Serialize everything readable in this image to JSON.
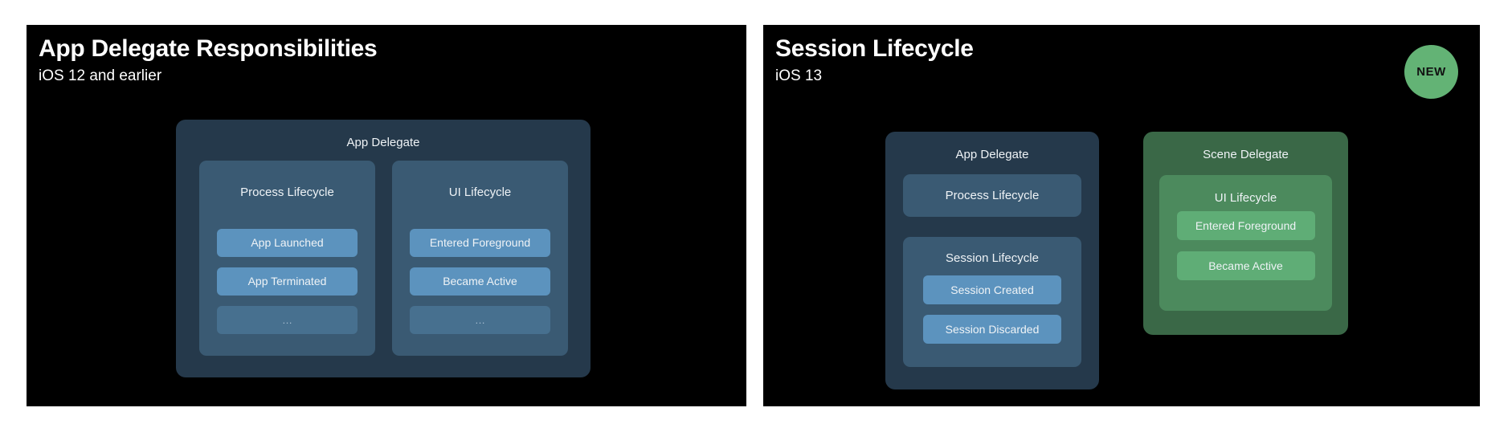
{
  "left_slide": {
    "title": "App Delegate Responsibilities",
    "subtitle": "iOS 12 and earlier",
    "diagram": {
      "outer_label": "App Delegate",
      "columns": [
        {
          "label": "Process Lifecycle",
          "buttons": [
            "App Launched",
            "App Terminated",
            "…"
          ]
        },
        {
          "label": "UI Lifecycle",
          "buttons": [
            "Entered Foreground",
            "Became Active",
            "…"
          ]
        }
      ]
    }
  },
  "right_slide": {
    "title": "Session Lifecycle",
    "subtitle": "iOS 13",
    "badge_label": "NEW",
    "app_delegate": {
      "label": "App Delegate",
      "process_box_label": "Process Lifecycle",
      "session_box": {
        "label": "Session Lifecycle",
        "buttons": [
          "Session Created",
          "Session Discarded"
        ]
      }
    },
    "scene_delegate": {
      "label": "Scene Delegate",
      "ui_box": {
        "label": "UI Lifecycle",
        "buttons": [
          "Entered Foreground",
          "Became Active"
        ]
      }
    }
  },
  "colors": {
    "page_bg": "#ffffff",
    "slide_bg": "#000000",
    "title_text": "#ffffff",
    "label_text": "#EFF3F6",
    "box_blue_outer": "#25394B",
    "box_blue_inner": "#3A5A73",
    "node_blue": "#5C93BE",
    "node_blue_dim": "#47708F",
    "node_dim_text": "#A7BDD0",
    "box_green_outer": "#3A6847",
    "box_green_inner": "#4C8A5D",
    "node_green": "#5FAD76",
    "badge_green": "#63B375",
    "badge_text": "#111111"
  }
}
